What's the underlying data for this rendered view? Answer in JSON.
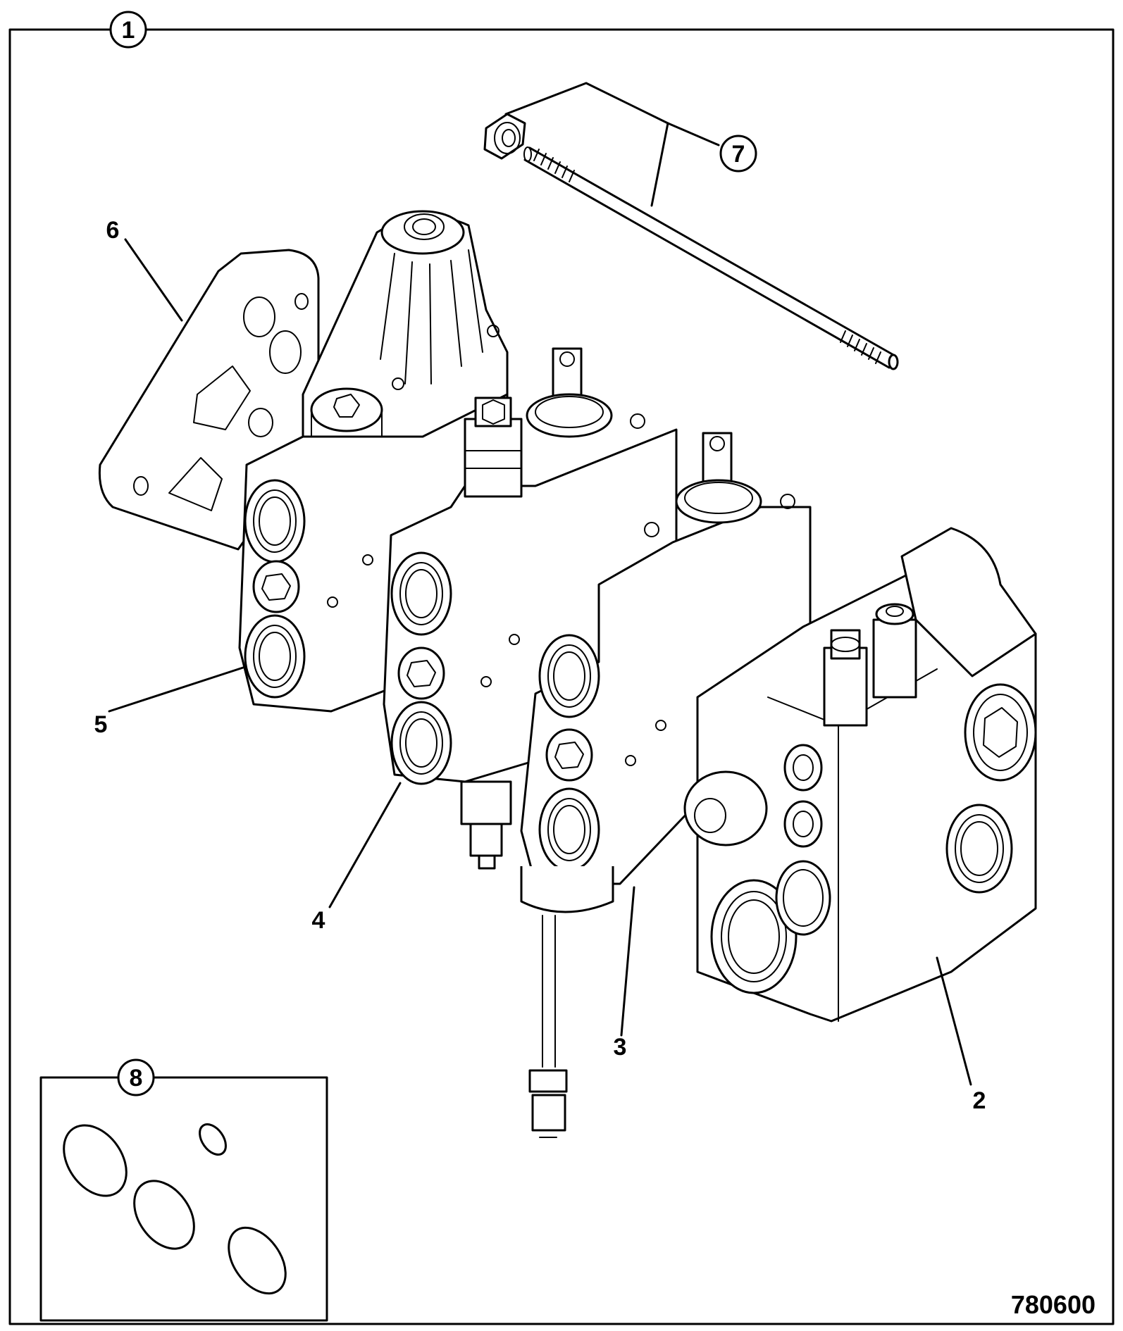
{
  "figure": {
    "drawing_number": "780600",
    "callouts": {
      "assembly": "1",
      "end_cover": "2",
      "solenoid_section": "3",
      "spool_section_a": "4",
      "spool_section_b": "5",
      "inlet_plate": "6",
      "tie_rod_kit": "7",
      "seal_kit": "8"
    }
  }
}
